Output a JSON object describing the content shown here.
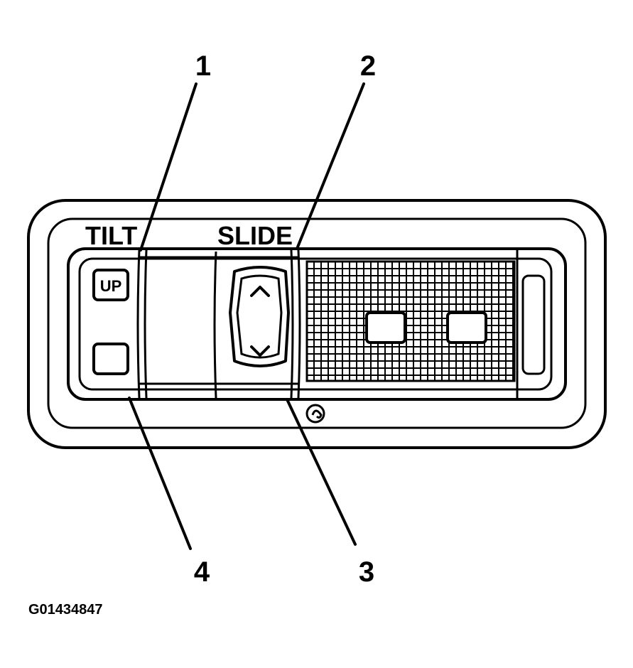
{
  "figure_code": "G01434847",
  "panel": {
    "tilt_label": "TILT",
    "slide_label": "SLIDE",
    "up_button_label": "UP",
    "slide_up_symbol": "^",
    "slide_down_symbol": "v"
  },
  "callouts": [
    "1",
    "2",
    "3",
    "4"
  ]
}
